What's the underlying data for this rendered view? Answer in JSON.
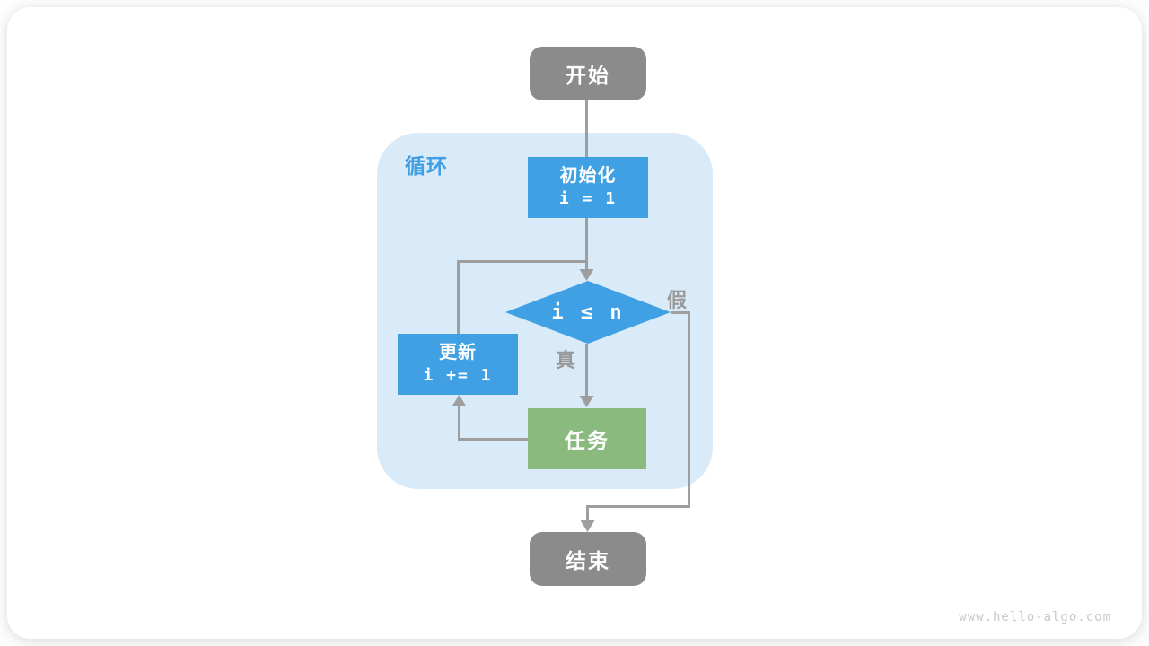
{
  "page": {
    "watermark": "www.hello-algo.com"
  },
  "colors": {
    "card_bg": "#ffffff",
    "terminal_node": "#8b8b8b",
    "process_node_blue": "#3fa0e3",
    "task_node_green": "#8aba7e",
    "loop_region_bg": "#d9eaf9",
    "loop_label": "#3f9fe2",
    "connector_gray": "#9e9e9e",
    "edge_label_gray": "#999999",
    "watermark_gray": "#c8c8c8"
  },
  "flowchart": {
    "start": {
      "label": "开始"
    },
    "loop_region": {
      "label": "循环"
    },
    "init": {
      "label": "初始化",
      "code": "i = 1"
    },
    "condition": {
      "expression": "i ≤ n"
    },
    "update": {
      "label": "更新",
      "code": "i += 1"
    },
    "task": {
      "label": "任务"
    },
    "end": {
      "label": "结束"
    },
    "edges": {
      "true_label": "真",
      "false_label": "假"
    }
  }
}
